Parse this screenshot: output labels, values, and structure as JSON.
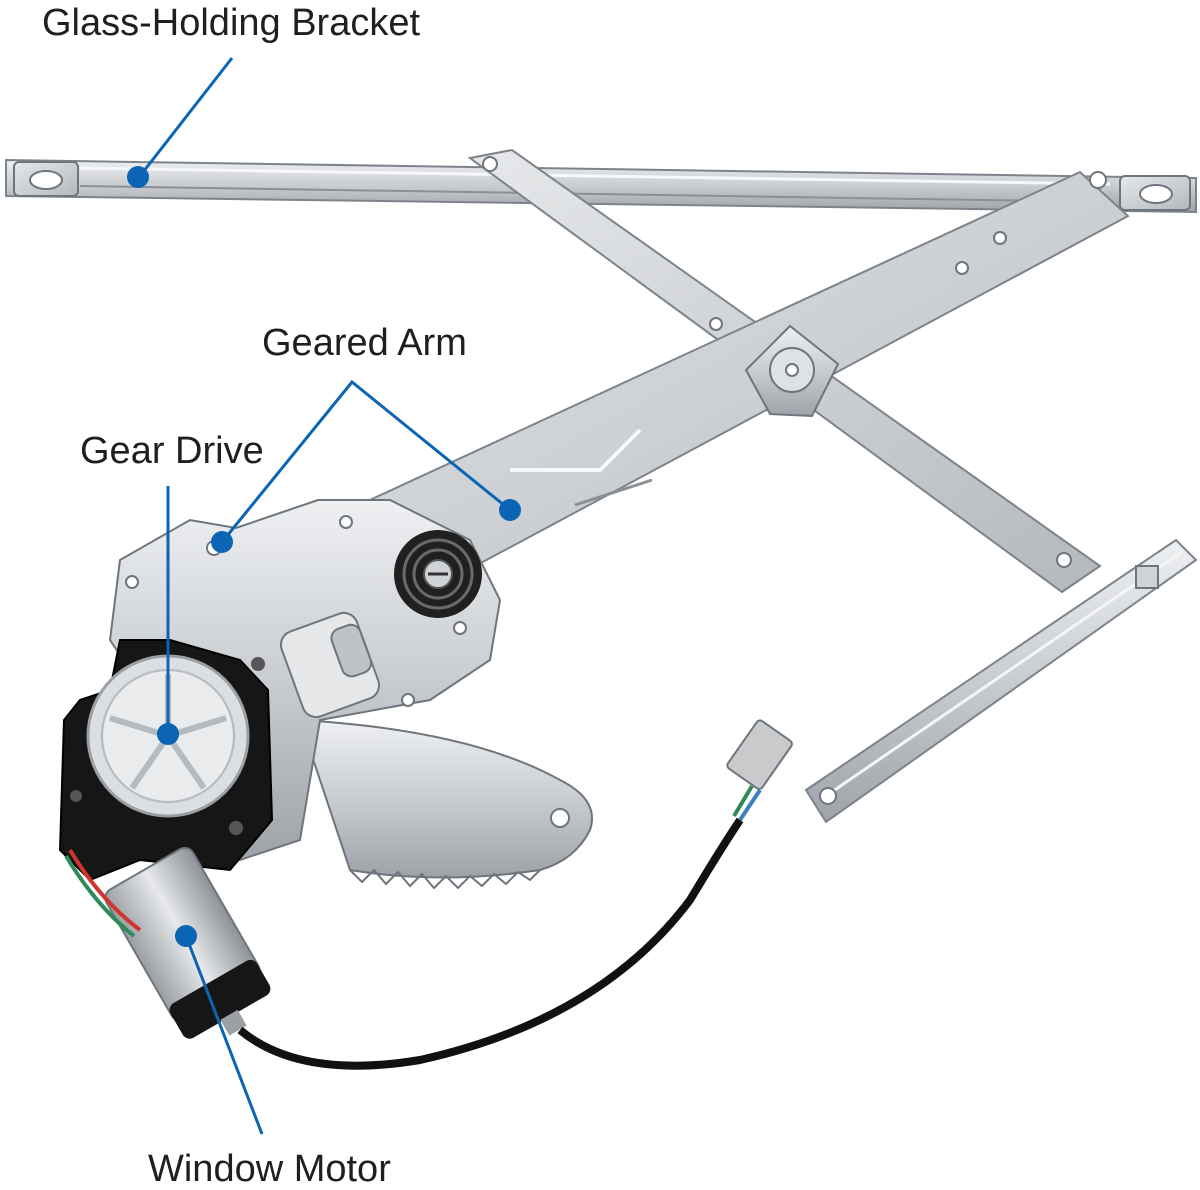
{
  "labels": {
    "glass_holding_bracket": "Glass-Holding Bracket",
    "geared_arm": "Geared Arm",
    "gear_drive": "Gear Drive",
    "window_motor": "Window Motor"
  },
  "colors": {
    "callout": "#0b64b4",
    "metal": "#c9ccd0",
    "metal_dark": "#8e9399",
    "motor_housing": "#161616",
    "background": "#ffffff"
  },
  "icons": {
    "callout_marker": "filled-circle"
  }
}
